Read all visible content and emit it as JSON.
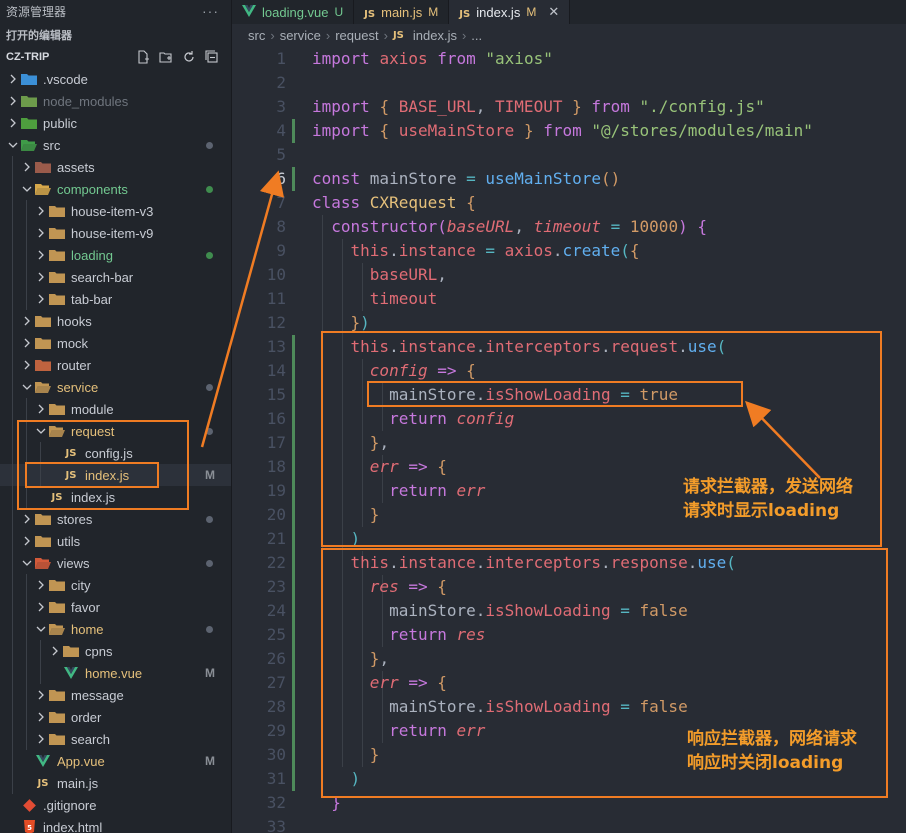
{
  "sidebar": {
    "title": "资源管理器",
    "more": "···",
    "open_editors": "打开的编辑器",
    "project": "CZ-TRIP",
    "items": [
      {
        "name": ".vscode",
        "depth": 0,
        "kind": "folder",
        "chev": "right",
        "icon": "vscode-folder-icon",
        "color": "#c8ccd4"
      },
      {
        "name": "node_modules",
        "depth": 0,
        "kind": "folder",
        "chev": "right",
        "icon": "node-folder-icon",
        "color": "#6f757e"
      },
      {
        "name": "public",
        "depth": 0,
        "kind": "folder",
        "chev": "right",
        "icon": "public-folder-icon",
        "color": "#c8ccd4"
      },
      {
        "name": "src",
        "depth": 0,
        "kind": "folder",
        "chev": "down",
        "icon": "src-folder-icon",
        "color": "#c8ccd4",
        "dot": "gray"
      },
      {
        "name": "assets",
        "depth": 1,
        "kind": "folder",
        "chev": "right",
        "icon": "assets-folder-icon",
        "color": "#c8ccd4"
      },
      {
        "name": "components",
        "depth": 1,
        "kind": "folder",
        "chev": "down",
        "icon": "components-folder-icon",
        "color": "#73c991",
        "dot": "green"
      },
      {
        "name": "house-item-v3",
        "depth": 2,
        "kind": "folder",
        "chev": "right",
        "icon": "folder-icon",
        "color": "#c8ccd4"
      },
      {
        "name": "house-item-v9",
        "depth": 2,
        "kind": "folder",
        "chev": "right",
        "icon": "folder-icon",
        "color": "#c8ccd4"
      },
      {
        "name": "loading",
        "depth": 2,
        "kind": "folder",
        "chev": "right",
        "icon": "folder-icon",
        "color": "#73c991",
        "dot": "green"
      },
      {
        "name": "search-bar",
        "depth": 2,
        "kind": "folder",
        "chev": "right",
        "icon": "folder-icon",
        "color": "#c8ccd4"
      },
      {
        "name": "tab-bar",
        "depth": 2,
        "kind": "folder",
        "chev": "right",
        "icon": "folder-icon",
        "color": "#c8ccd4"
      },
      {
        "name": "hooks",
        "depth": 1,
        "kind": "folder",
        "chev": "right",
        "icon": "hooks-folder-icon",
        "color": "#c8ccd4"
      },
      {
        "name": "mock",
        "depth": 1,
        "kind": "folder",
        "chev": "right",
        "icon": "mock-folder-icon",
        "color": "#c8ccd4"
      },
      {
        "name": "router",
        "depth": 1,
        "kind": "folder",
        "chev": "right",
        "icon": "router-folder-icon",
        "color": "#c8ccd4"
      },
      {
        "name": "service",
        "depth": 1,
        "kind": "folder",
        "chev": "down",
        "icon": "service-folder-icon",
        "color": "#e5c07b",
        "dot": "gray"
      },
      {
        "name": "module",
        "depth": 2,
        "kind": "folder",
        "chev": "right",
        "icon": "folder-icon",
        "color": "#c8ccd4"
      },
      {
        "name": "request",
        "depth": 2,
        "kind": "folder",
        "chev": "down",
        "icon": "folder-open-icon",
        "color": "#e5c07b",
        "dot": "gray"
      },
      {
        "name": "config.js",
        "depth": 3,
        "kind": "js",
        "chev": "none",
        "icon": "js-file-icon",
        "color": "#c8ccd4"
      },
      {
        "name": "index.js",
        "depth": 3,
        "kind": "js",
        "chev": "none",
        "icon": "js-file-icon",
        "color": "#e5c07b",
        "status": "M",
        "selected": true
      },
      {
        "name": "index.js",
        "depth": 2,
        "kind": "js",
        "chev": "none",
        "icon": "js-file-icon",
        "color": "#c8ccd4"
      },
      {
        "name": "stores",
        "depth": 1,
        "kind": "folder",
        "chev": "right",
        "icon": "folder-icon",
        "color": "#c8ccd4",
        "dot": "gray"
      },
      {
        "name": "utils",
        "depth": 1,
        "kind": "folder",
        "chev": "right",
        "icon": "utils-folder-icon",
        "color": "#c8ccd4"
      },
      {
        "name": "views",
        "depth": 1,
        "kind": "folder",
        "chev": "down",
        "icon": "views-folder-icon",
        "color": "#c8ccd4",
        "dot": "gray"
      },
      {
        "name": "city",
        "depth": 2,
        "kind": "folder",
        "chev": "right",
        "icon": "folder-icon",
        "color": "#c8ccd4"
      },
      {
        "name": "favor",
        "depth": 2,
        "kind": "folder",
        "chev": "right",
        "icon": "folder-icon",
        "color": "#c8ccd4"
      },
      {
        "name": "home",
        "depth": 2,
        "kind": "folder",
        "chev": "down",
        "icon": "folder-open-icon",
        "color": "#e5c07b",
        "dot": "gray"
      },
      {
        "name": "cpns",
        "depth": 3,
        "kind": "folder",
        "chev": "right",
        "icon": "folder-icon",
        "color": "#c8ccd4"
      },
      {
        "name": "home.vue",
        "depth": 3,
        "kind": "vue",
        "chev": "none",
        "icon": "vue-file-icon",
        "color": "#e5c07b",
        "status": "M"
      },
      {
        "name": "message",
        "depth": 2,
        "kind": "folder",
        "chev": "right",
        "icon": "folder-icon",
        "color": "#c8ccd4"
      },
      {
        "name": "order",
        "depth": 2,
        "kind": "folder",
        "chev": "right",
        "icon": "folder-icon",
        "color": "#c8ccd4"
      },
      {
        "name": "search",
        "depth": 2,
        "kind": "folder",
        "chev": "right",
        "icon": "folder-icon",
        "color": "#c8ccd4"
      },
      {
        "name": "App.vue",
        "depth": 1,
        "kind": "vue",
        "chev": "none",
        "icon": "vue-file-icon",
        "color": "#e5c07b",
        "status": "M"
      },
      {
        "name": "main.js",
        "depth": 1,
        "kind": "js",
        "chev": "none",
        "icon": "js-file-icon",
        "color": "#c8ccd4"
      },
      {
        "name": ".gitignore",
        "depth": 0,
        "kind": "git",
        "chev": "none",
        "icon": "git-file-icon",
        "color": "#c8ccd4"
      },
      {
        "name": "index.html",
        "depth": 0,
        "kind": "html",
        "chev": "none",
        "icon": "html-file-icon",
        "color": "#c8ccd4"
      }
    ]
  },
  "tabs": [
    {
      "label": "loading.vue",
      "status": "U",
      "kind": "vue",
      "active": false,
      "color": "#73c991"
    },
    {
      "label": "main.js",
      "status": "M",
      "kind": "js",
      "active": false,
      "color": "#e5c07b"
    },
    {
      "label": "index.js",
      "status": "M",
      "kind": "js",
      "active": true,
      "color": "#e5c07b",
      "close": "✕"
    }
  ],
  "breadcrumb": [
    "src",
    "service",
    "request",
    "index.js",
    "..."
  ],
  "code": [
    [
      [
        "kw",
        "import "
      ],
      [
        "var",
        "axios "
      ],
      [
        "kw",
        "from "
      ],
      [
        "str",
        "\"axios\""
      ]
    ],
    [],
    [
      [
        "kw",
        "import "
      ],
      [
        "br1",
        "{ "
      ],
      [
        "var",
        "BASE_URL"
      ],
      [
        "plain",
        ", "
      ],
      [
        "var",
        "TIMEOUT "
      ],
      [
        "br1",
        "} "
      ],
      [
        "kw",
        "from "
      ],
      [
        "str",
        "\"./config.js\""
      ]
    ],
    [
      [
        "kw",
        "import "
      ],
      [
        "br1",
        "{ "
      ],
      [
        "var",
        "useMainStore "
      ],
      [
        "br1",
        "} "
      ],
      [
        "kw",
        "from "
      ],
      [
        "str",
        "\"@/stores/modules/main\""
      ]
    ],
    [],
    [
      [
        "kw",
        "const "
      ],
      [
        "plain",
        "mainStore "
      ],
      [
        "op",
        "= "
      ],
      [
        "fn",
        "useMainStore"
      ],
      [
        "br1",
        "()"
      ]
    ],
    [
      [
        "kw",
        "class "
      ],
      [
        "cls",
        "CXRequest "
      ],
      [
        "br1",
        "{"
      ]
    ],
    [
      [
        "plain",
        "  "
      ],
      [
        "kw",
        "constructor"
      ],
      [
        "br2",
        "("
      ],
      [
        "param",
        "baseURL"
      ],
      [
        "plain",
        ", "
      ],
      [
        "param",
        "timeout "
      ],
      [
        "op",
        "= "
      ],
      [
        "num",
        "10000"
      ],
      [
        "br2",
        ")"
      ],
      [
        "plain",
        " "
      ],
      [
        "br2",
        "{"
      ]
    ],
    [
      [
        "plain",
        "    "
      ],
      [
        "var",
        "this"
      ],
      [
        "plain",
        "."
      ],
      [
        "prop",
        "instance "
      ],
      [
        "op",
        "= "
      ],
      [
        "var",
        "axios"
      ],
      [
        "plain",
        "."
      ],
      [
        "fn",
        "create"
      ],
      [
        "br3",
        "("
      ],
      [
        "br1",
        "{"
      ]
    ],
    [
      [
        "plain",
        "      "
      ],
      [
        "prop",
        "baseURL"
      ],
      [
        "plain",
        ","
      ]
    ],
    [
      [
        "plain",
        "      "
      ],
      [
        "prop",
        "timeout"
      ]
    ],
    [
      [
        "plain",
        "    "
      ],
      [
        "br1",
        "}"
      ],
      [
        "br3",
        ")"
      ]
    ],
    [
      [
        "plain",
        "    "
      ],
      [
        "var",
        "this"
      ],
      [
        "plain",
        "."
      ],
      [
        "prop",
        "instance"
      ],
      [
        "plain",
        "."
      ],
      [
        "prop",
        "interceptors"
      ],
      [
        "plain",
        "."
      ],
      [
        "prop",
        "request"
      ],
      [
        "plain",
        "."
      ],
      [
        "fn",
        "use"
      ],
      [
        "br3",
        "("
      ]
    ],
    [
      [
        "plain",
        "      "
      ],
      [
        "param",
        "config "
      ],
      [
        "kw",
        "=> "
      ],
      [
        "br1",
        "{"
      ]
    ],
    [
      [
        "plain",
        "        "
      ],
      [
        "plain",
        "mainStore"
      ],
      [
        "plain",
        "."
      ],
      [
        "prop",
        "isShowLoading "
      ],
      [
        "op",
        "= "
      ],
      [
        "bool",
        "true"
      ]
    ],
    [
      [
        "plain",
        "        "
      ],
      [
        "kw",
        "return "
      ],
      [
        "param",
        "config"
      ]
    ],
    [
      [
        "plain",
        "      "
      ],
      [
        "br1",
        "}"
      ],
      [
        "plain",
        ","
      ]
    ],
    [
      [
        "plain",
        "      "
      ],
      [
        "param",
        "err "
      ],
      [
        "kw",
        "=> "
      ],
      [
        "br1",
        "{"
      ]
    ],
    [
      [
        "plain",
        "        "
      ],
      [
        "kw",
        "return "
      ],
      [
        "param",
        "err"
      ]
    ],
    [
      [
        "plain",
        "      "
      ],
      [
        "br1",
        "}"
      ]
    ],
    [
      [
        "plain",
        "    "
      ],
      [
        "br3",
        ")"
      ]
    ],
    [
      [
        "plain",
        "    "
      ],
      [
        "var",
        "this"
      ],
      [
        "plain",
        "."
      ],
      [
        "prop",
        "instance"
      ],
      [
        "plain",
        "."
      ],
      [
        "prop",
        "interceptors"
      ],
      [
        "plain",
        "."
      ],
      [
        "prop",
        "response"
      ],
      [
        "plain",
        "."
      ],
      [
        "fn",
        "use"
      ],
      [
        "br3",
        "("
      ]
    ],
    [
      [
        "plain",
        "      "
      ],
      [
        "param",
        "res "
      ],
      [
        "kw",
        "=> "
      ],
      [
        "br1",
        "{"
      ]
    ],
    [
      [
        "plain",
        "        "
      ],
      [
        "plain",
        "mainStore"
      ],
      [
        "plain",
        "."
      ],
      [
        "prop",
        "isShowLoading "
      ],
      [
        "op",
        "= "
      ],
      [
        "bool",
        "false"
      ]
    ],
    [
      [
        "plain",
        "        "
      ],
      [
        "kw",
        "return "
      ],
      [
        "param",
        "res"
      ]
    ],
    [
      [
        "plain",
        "      "
      ],
      [
        "br1",
        "}"
      ],
      [
        "plain",
        ","
      ]
    ],
    [
      [
        "plain",
        "      "
      ],
      [
        "param",
        "err "
      ],
      [
        "kw",
        "=> "
      ],
      [
        "br1",
        "{"
      ]
    ],
    [
      [
        "plain",
        "        "
      ],
      [
        "plain",
        "mainStore"
      ],
      [
        "plain",
        "."
      ],
      [
        "prop",
        "isShowLoading "
      ],
      [
        "op",
        "= "
      ],
      [
        "bool",
        "false"
      ]
    ],
    [
      [
        "plain",
        "        "
      ],
      [
        "kw",
        "return "
      ],
      [
        "param",
        "err"
      ]
    ],
    [
      [
        "plain",
        "      "
      ],
      [
        "br1",
        "}"
      ]
    ],
    [
      [
        "plain",
        "    "
      ],
      [
        "br3",
        ")"
      ]
    ],
    [
      [
        "plain",
        "  "
      ],
      [
        "br2",
        "}"
      ]
    ],
    []
  ],
  "annotations": {
    "request_note": [
      "请求拦截器，发送网络",
      "请求时显示loading"
    ],
    "response_note": [
      "响应拦截器，网络请求",
      "响应时关闭loading"
    ],
    "accent": "#f07c23"
  }
}
